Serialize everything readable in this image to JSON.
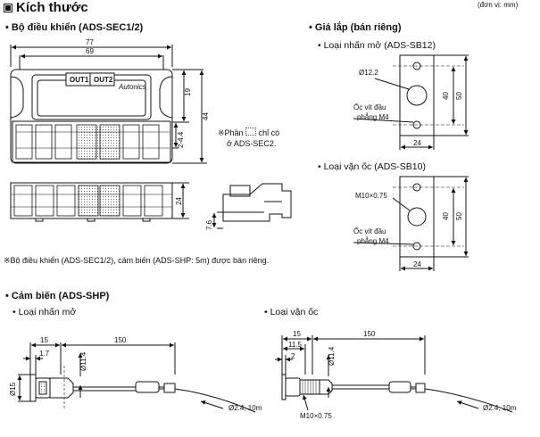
{
  "header": {
    "title": "Kích thước",
    "unit_note": "(đơn vị: mm)"
  },
  "controller": {
    "title": "Bộ điều khiển (ADS-SEC1/2)",
    "out1": "OUT1",
    "out2": "OUT2",
    "brand": "Autonics",
    "dim_77": "77",
    "dim_69": "69",
    "dim_19": "19",
    "dim_44": "44",
    "dim_2_44": "2-4.4",
    "dim_24": "24",
    "dim_7_6": "7.6",
    "note_prefix": "※Phần",
    "note_suffix": "chỉ có",
    "note_line2": "ở ADS-SEC2.",
    "footnote": "※Bộ điều khiển (ADS-SEC1/2), cảm biến (ADS-SHP: 5m) được bán riêng."
  },
  "bracket": {
    "title": "Giá lắp (bán riêng)",
    "type1_title": "Loại nhấn mở (ADS-SB12)",
    "type1_hole": "Ø12.2",
    "screw_line1": "Ốc vít đầu",
    "screw_line2": "phẳng M4",
    "dim_40": "40",
    "dim_50": "50",
    "dim_24": "24",
    "type2_title": "Loại vặn ốc (ADS-SB10)",
    "type2_thread": "M10×0.75"
  },
  "sensor": {
    "title": "Cảm biến (ADS-SHP)",
    "push_title": "Loại nhấn mở",
    "screw_title": "Loại vặn ốc",
    "dim_15": "15",
    "dim_150": "150",
    "dim_1_7": "1.7",
    "dim_phi15": "Ø15",
    "dim_phi11_4": "Ø11.4",
    "dim_cable": "Ø2.4, 10m",
    "dim_11_5": "11.5",
    "dim_2": "2",
    "thread": "M10×0.75"
  }
}
